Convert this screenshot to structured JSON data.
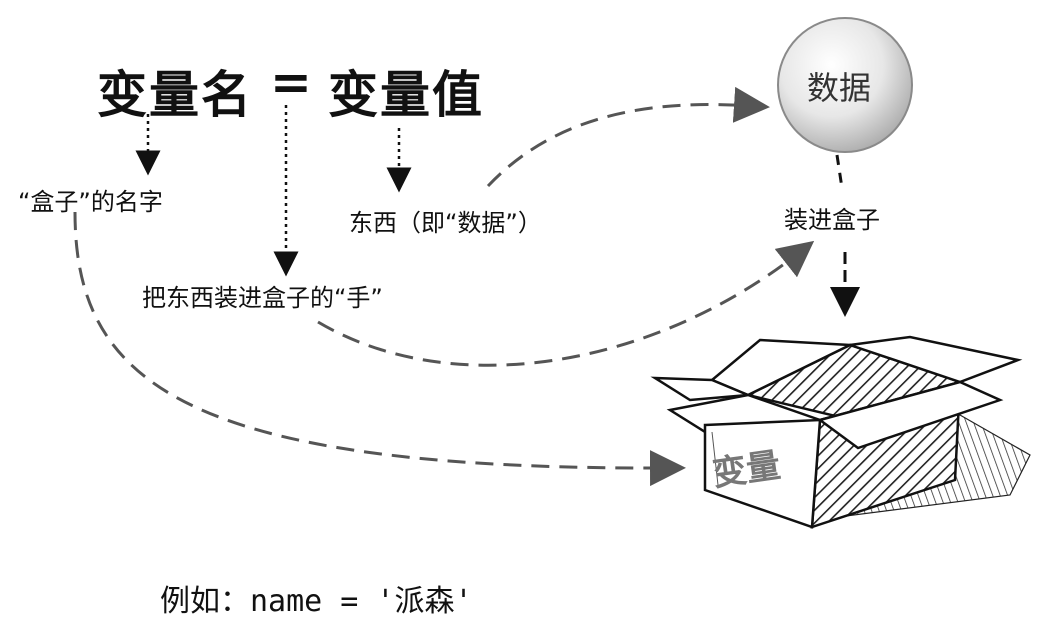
{
  "formula": {
    "name": "变量名",
    "equals": "=",
    "value": "变量值"
  },
  "labels": {
    "box_name": "“盒子”的名字",
    "hand": "把东西装进盒子的“手”",
    "things": "东西（即“数据”）",
    "into_box": "装进盒子"
  },
  "circle": {
    "label": "数据"
  },
  "box": {
    "label": "变量"
  },
  "example": {
    "prefix": "例如：",
    "code": "name = '派森'"
  }
}
